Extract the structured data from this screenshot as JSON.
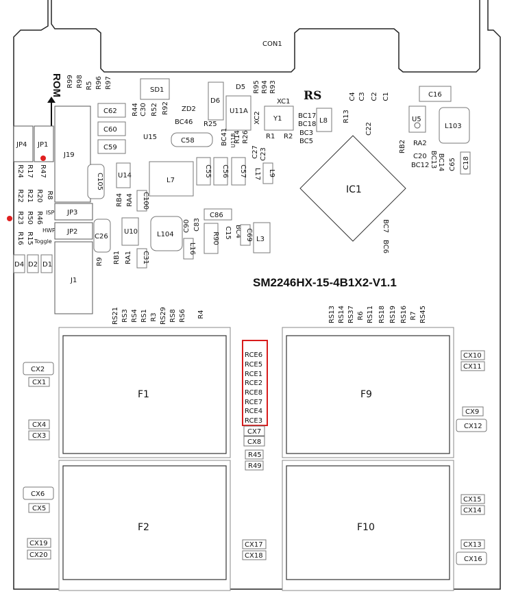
{
  "board": {
    "title": "SM2246HX-15-4B1X2-V1.1",
    "connector": "CON1",
    "rom_label": "ROM",
    "rs_label": "RS",
    "isp_label": "ISP",
    "hwp_label": "HWP",
    "toggle_label": "Toggle",
    "marker_color": "#e02020",
    "highlight_color": "#d81b1b"
  },
  "chips": {
    "controller": "IC1",
    "flash": [
      "F1",
      "F9",
      "F2",
      "F10"
    ]
  },
  "components": {
    "top_res": [
      "R99",
      "R98",
      "R5",
      "R96",
      "R97"
    ],
    "sd1": "SD1",
    "d5": "D5",
    "rs_right_top": [
      "R95",
      "R94",
      "R93"
    ],
    "xc1": "XC1",
    "c4": "C4",
    "c3": "C3",
    "c2": "C2",
    "c1": "C1",
    "c16": "C16",
    "d6": "D6",
    "u11a": "U11A",
    "xc2": "XC2",
    "y1": "Y1",
    "bc17": "BC17",
    "bc18": "BC18",
    "bc3": "BC3",
    "bc5": "BC5",
    "r13": "R13",
    "l8": "L8",
    "c22": "C22",
    "u5": "U5",
    "l103": "L103",
    "c62": "C62",
    "c60": "C60",
    "c59": "C59",
    "r44": "R44",
    "c30": "C30",
    "r52": "R52",
    "r92": "R92",
    "zd2": "ZD2",
    "bc46": "BC46",
    "r25": "R25",
    "u15": "U15",
    "c58": "C58",
    "bc41": "BC41",
    "u11b": "U11B",
    "r14": "R14",
    "r26": "R26",
    "c27": "C27",
    "c23": "C23",
    "r1": "R1",
    "r2": "R2",
    "rb2": "RB2",
    "ra2": "RA2",
    "c20": "C20",
    "bc12": "BC12",
    "bc13": "BC13",
    "bc14": "BC14",
    "c65": "C65",
    "c18": "C18",
    "jp4": "JP4",
    "jp1": "JP1",
    "j19": "J19",
    "jp3": "JP3",
    "jp2": "JP2",
    "j1": "J1",
    "r24": "R24",
    "r17": "R17",
    "r47": "R47",
    "r22": "R22",
    "r21": "R21",
    "r20": "R20",
    "r8": "R8",
    "r23": "R23",
    "r50": "R50",
    "r46": "R46",
    "r16": "R16",
    "r15": "R15",
    "d4": "D4",
    "d2": "D2",
    "d1": "D1",
    "c105": "C105",
    "u14": "U14",
    "rb4": "RB4",
    "ra4": "RA4",
    "c100": "C100",
    "l7": "L7",
    "c55": "C55",
    "c56": "C56",
    "c57": "C57",
    "l17": "L17",
    "l9": "L9",
    "c26": "C26",
    "r9": "R9",
    "u10": "U10",
    "rb1": "RB1",
    "ra1": "RA1",
    "c31": "C31",
    "l104": "L104",
    "c90": "C90",
    "c83": "C83",
    "l16": "L16",
    "c86": "C86",
    "r90": "R90",
    "c15": "C15",
    "bc4": "BC4",
    "c69": "C69",
    "l3": "L3",
    "bc7": "BC7",
    "bc6": "BC6",
    "rs_left": [
      "RS21",
      "RS3",
      "RS4",
      "RS1",
      "R3",
      "RS29",
      "RS8",
      "RS6",
      "R4"
    ],
    "rs_right": [
      "RS13",
      "RS14",
      "RS37",
      "R6",
      "RS11",
      "RS18",
      "RS19",
      "RS16",
      "R7",
      "RS45"
    ],
    "rce": [
      "RCE6",
      "RCE5",
      "RCE1",
      "RCE2",
      "RCE8",
      "RCE7",
      "RCE4",
      "RCE3"
    ],
    "cx7": "CX7",
    "cx8": "CX8",
    "r45": "R45",
    "r49": "R49",
    "cx2": "CX2",
    "cx1": "CX1",
    "cx4": "CX4",
    "cx3": "CX3",
    "cx6": "CX6",
    "cx5": "CX5",
    "cx19": "CX19",
    "cx20": "CX20",
    "cx10": "CX10",
    "cx11": "CX11",
    "cx9": "CX9",
    "cx12": "CX12",
    "cx15": "CX15",
    "cx14": "CX14",
    "cx13": "CX13",
    "cx16": "CX16",
    "cx17": "CX17",
    "cx18": "CX18"
  }
}
